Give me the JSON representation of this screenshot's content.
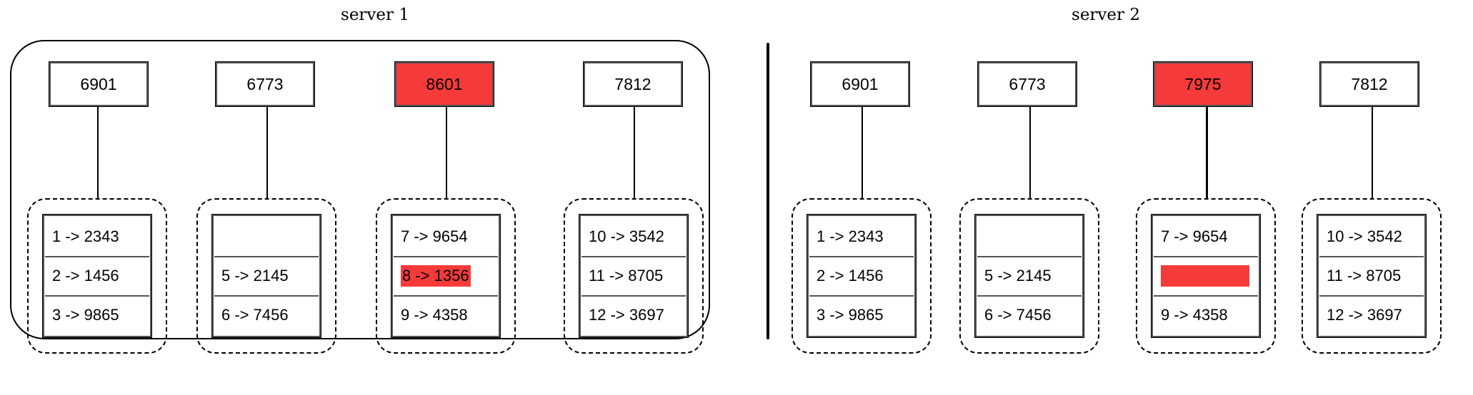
{
  "servers": [
    {
      "title": "server 1",
      "keys": [
        "6901",
        "6773",
        "8601",
        "7812"
      ],
      "highlight_key_index": 2,
      "buckets": [
        [
          {
            "text": "1 -> 2343"
          },
          {
            "text": "2 -> 1456"
          },
          {
            "text": "3 -> 9865"
          }
        ],
        [
          {
            "text": ""
          },
          {
            "text": "5 -> 2145"
          },
          {
            "text": "6 -> 7456"
          }
        ],
        [
          {
            "text": "7 -> 9654"
          },
          {
            "text": "8 -> 1356",
            "highlight": true
          },
          {
            "text": "9 -> 4358"
          }
        ],
        [
          {
            "text": "10 -> 3542"
          },
          {
            "text": "11 -> 8705"
          },
          {
            "text": "12 -> 3697"
          }
        ]
      ]
    },
    {
      "title": "server 2",
      "keys": [
        "6901",
        "6773",
        "7975",
        "7812"
      ],
      "highlight_key_index": 2,
      "buckets": [
        [
          {
            "text": "1 -> 2343"
          },
          {
            "text": "2 -> 1456"
          },
          {
            "text": "3 -> 9865"
          }
        ],
        [
          {
            "text": ""
          },
          {
            "text": "5 -> 2145"
          },
          {
            "text": "6 -> 7456"
          }
        ],
        [
          {
            "text": "7 -> 9654"
          },
          {
            "text": "",
            "highlight": true
          },
          {
            "text": "9 -> 4358"
          }
        ],
        [
          {
            "text": "10 -> 3542"
          },
          {
            "text": "11 -> 8705"
          },
          {
            "text": "12 -> 3697"
          }
        ]
      ]
    }
  ],
  "colors": {
    "highlight": "#f53a3a",
    "stroke": "#000000"
  }
}
